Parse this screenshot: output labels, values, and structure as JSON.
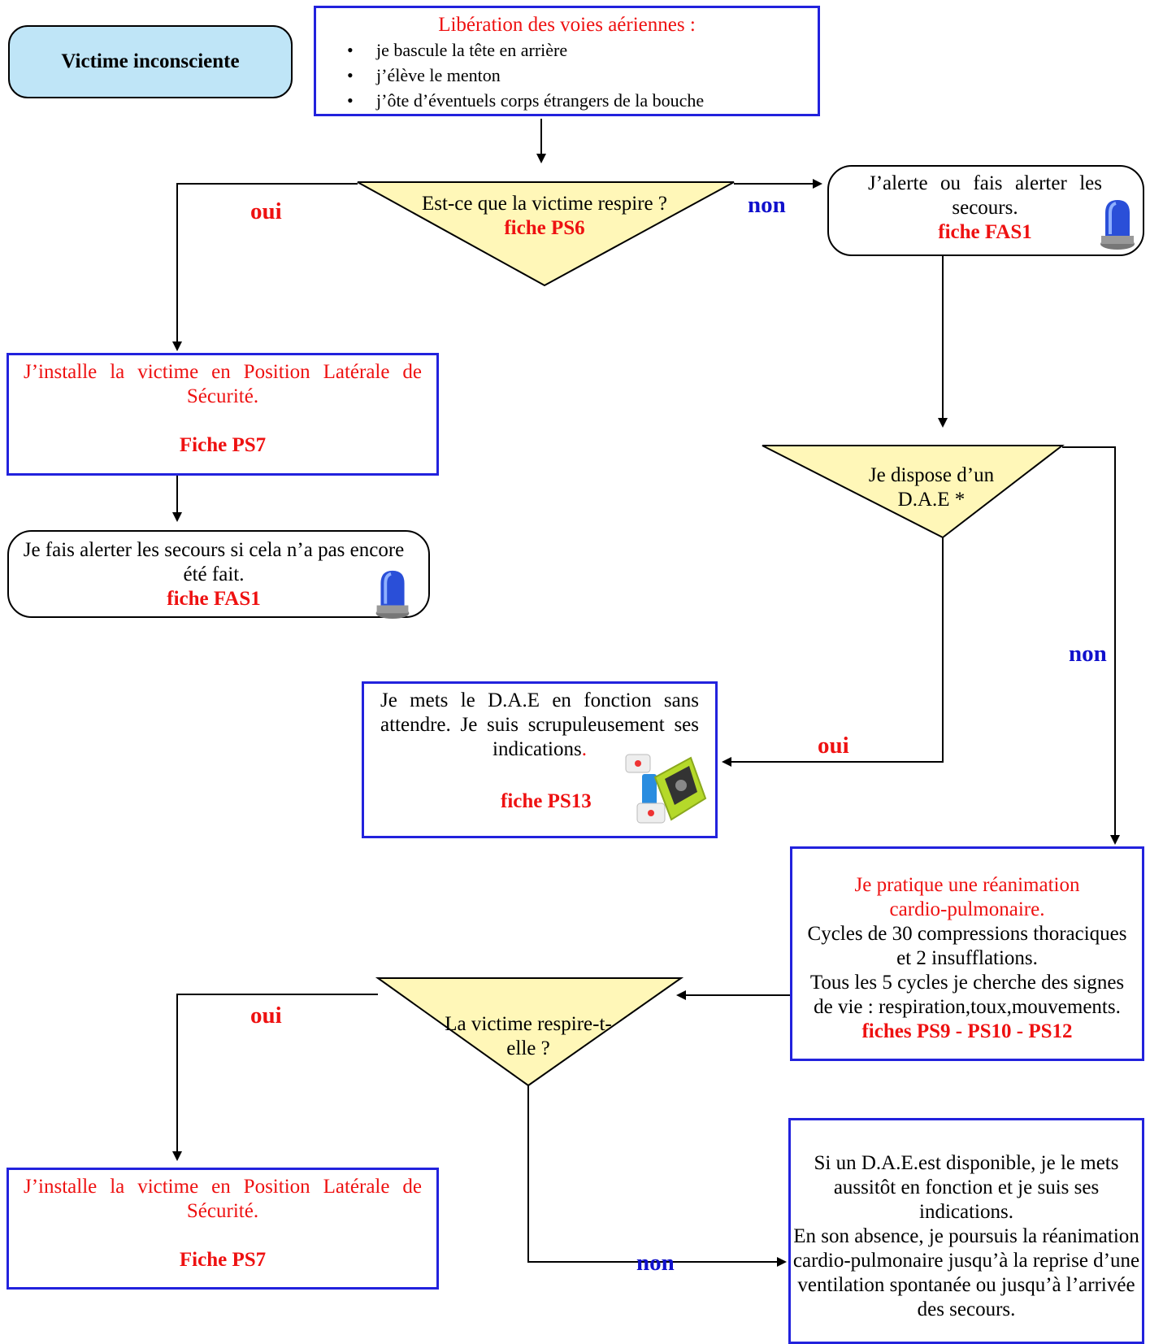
{
  "start": {
    "title": "Victime inconsciente"
  },
  "airway": {
    "title": "Libération des voies aériennes :",
    "items": [
      "je bascule la tête en arrière",
      "j’élève le menton",
      "j’ôte d’éventuels corps étrangers de la bouche"
    ]
  },
  "decision1": {
    "question": "Est-ce que la victime respire ?",
    "ref": "fiche PS6",
    "yes": "oui",
    "no": "non"
  },
  "alert1": {
    "text": "J’alerte ou fais alerter les secours.",
    "ref": "fiche FAS1",
    "icon": "beacon-icon"
  },
  "pls1": {
    "text": "J’installe la victime en Position Latérale de Sécurité.",
    "ref": "Fiche PS7"
  },
  "alert2": {
    "text": "Je fais alerter les secours si cela n’a pas encore été fait.",
    "ref": "fiche FAS1",
    "icon": "beacon-icon"
  },
  "decision2": {
    "question": "Je dispose d’un D.A.E *",
    "yes": "oui",
    "no": "non"
  },
  "aed": {
    "text": "Je mets le D.A.E en fonction sans attendre. Je suis scrupuleusement ses indications",
    "dot": ".",
    "ref": "fiche PS13",
    "icon": "defibrillator-icon"
  },
  "cpr": {
    "title": "Je pratique une réanimation cardio-pulmonaire.",
    "line1": "Cycles de 30 compressions thoraciques et 2 insufflations.",
    "line2": "Tous les 5 cycles je cherche des signes de vie : respiration,toux,mouvements.",
    "ref": "fiches PS9 - PS10 - PS12"
  },
  "decision3": {
    "question": "La victime respire-t-elle ?",
    "yes": "oui",
    "no": "non"
  },
  "pls2": {
    "text": "J’installe la victime en Position Latérale de Sécurité.",
    "ref": "Fiche PS7"
  },
  "final": {
    "line1": "Si un D.A.E.est disponible, je le mets aussitôt en fonction et je suis ses indications.",
    "line2": "En son absence, je poursuis la réanimation cardio-pulmonaire jusqu’à la reprise d’une ventilation spontanée ou jusqu’à l’arrivée des secours."
  },
  "colors": {
    "red": "#ee1111",
    "blue": "#1111cc",
    "box_border": "#2222dd",
    "diamond_fill": "#fff7b8"
  }
}
